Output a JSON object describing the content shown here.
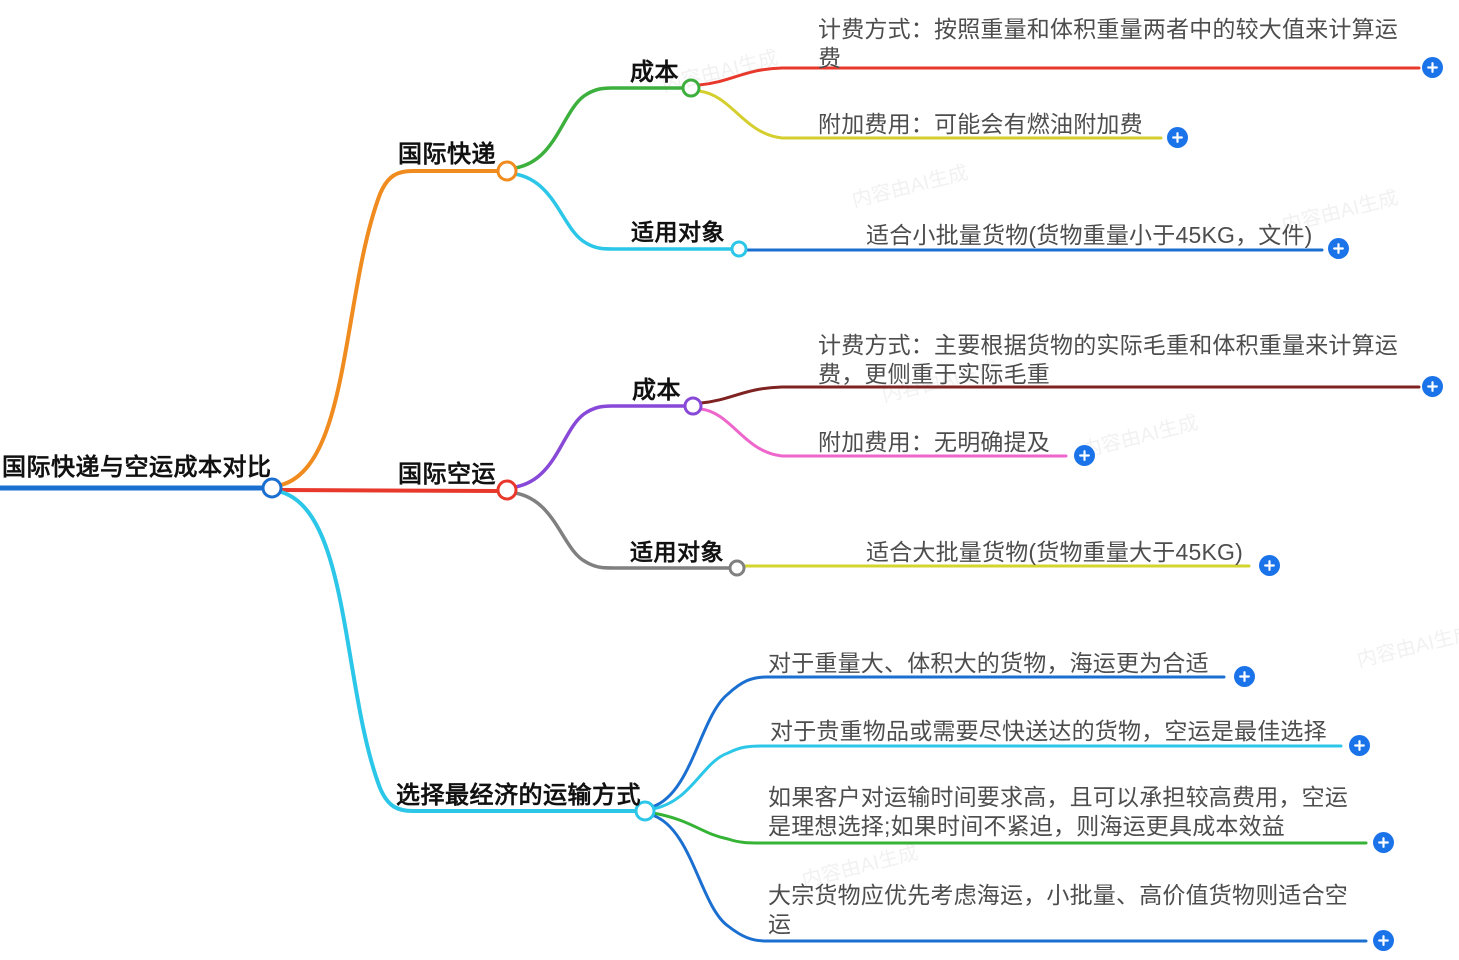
{
  "watermark": "内容由AI生成",
  "root": {
    "label": "国际快递与空运成本对比"
  },
  "b1": {
    "label": "国际快递",
    "cost": {
      "label": "成本",
      "billing": "计费方式：按照重量和体积重量两者中的较大值来计算运\n费",
      "surcharge": "附加费用：可能会有燃油附加费"
    },
    "target": {
      "label": "适用对象",
      "desc": "适合小批量货物(货物重量小于45KG，文件)"
    }
  },
  "b2": {
    "label": "国际空运",
    "cost": {
      "label": "成本",
      "billing": "计费方式：主要根据货物的实际毛重和体积重量来计算运\n费，更侧重于实际毛重",
      "surcharge": "附加费用：无明确提及"
    },
    "target": {
      "label": "适用对象",
      "desc": "适合大批量货物(货物重量大于45KG)"
    }
  },
  "b3": {
    "label": "选择最经济的运输方式",
    "tips": {
      "t1": "对于重量大、体积大的货物，海运更为合适",
      "t2": "对于贵重物品或需要尽快送达的货物，空运是最佳选择",
      "t3": "如果客户对运输时间要求高，且可以承担较高费用，空运\n是理想选择;如果时间不紧迫，则海运更具成本效益",
      "t4": "大宗货物应优先考虑海运，小批量、高价值货物则适合空\n运"
    }
  },
  "colors": {
    "root_blue": "#1a6fd0",
    "express_orange": "#f08c1f",
    "airfreight_red": "#e8382c",
    "economic_cyan": "#2cc7e8",
    "cost_green": "#3cb03c",
    "surcharge_yellow": "#d4cf2e",
    "cost_purple": "#8848d8",
    "billing_maroon": "#7e2222",
    "surcharge_magenta": "#ee66cc",
    "target_gray": "#808080",
    "tip_green": "#35b335",
    "plus_badge_blue": "#1a73e8"
  }
}
